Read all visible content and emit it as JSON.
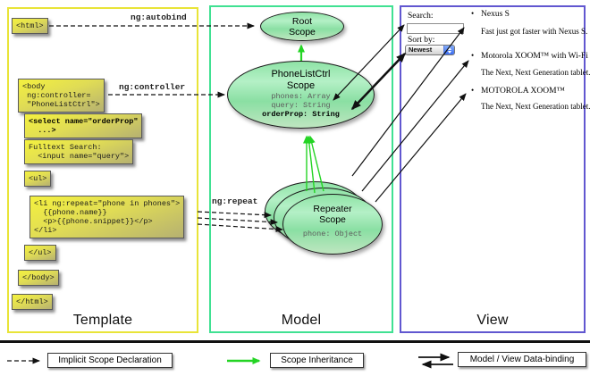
{
  "columns": [
    {
      "label": "Template"
    },
    {
      "label": "Model"
    },
    {
      "label": "View"
    }
  ],
  "template": {
    "boxes": [
      {
        "id": "html-open",
        "code": "<html>"
      },
      {
        "id": "body-open",
        "code": "<body\n ng:controller=\n \"PhoneListCtrl\">"
      },
      {
        "id": "select",
        "code": "<select name=\"orderProp\"\n  ...>"
      },
      {
        "id": "fulltext",
        "code": "Fulltext Search:\n  <input name=\"query\">"
      },
      {
        "id": "ul-open",
        "code": "<ul>"
      },
      {
        "id": "li-repeat",
        "code": "<li ng:repeat=\"phone in phones\">\n  {{phone.name}}\n  <p>{{phone.snippet}}</p>\n</li>"
      },
      {
        "id": "ul-close",
        "code": "</ul>"
      },
      {
        "id": "body-close",
        "code": "</body>"
      },
      {
        "id": "html-close",
        "code": "</html>"
      }
    ]
  },
  "connectors": {
    "autobind": "ng:autobind",
    "controller": "ng:controller",
    "repeat": "ng:repeat"
  },
  "model": {
    "root_scope": {
      "title": "Root\nScope"
    },
    "phonelist_scope": {
      "title": "PhoneListCtrl\nScope",
      "props": [
        "phones: Array",
        "query: String"
      ],
      "bold_prop": "orderProp: String"
    },
    "repeater_scope": {
      "title": "Repeater\nScope",
      "prop": "phone: Object"
    }
  },
  "view": {
    "search_label": "Search:",
    "sort_label": "Sort by:",
    "sort_value": "Newest",
    "bullet_icon": "•",
    "items": [
      {
        "title": "Nexus S",
        "desc": "Fast just got faster with Nexus S."
      },
      {
        "title": "Motorola XOOM™ with Wi-Fi",
        "desc": "The Next, Next Generation tablet."
      },
      {
        "title": "MOTOROLA XOOM™",
        "desc": "The Next, Next Generation tablet."
      }
    ]
  },
  "legend": [
    {
      "label": "Implicit Scope Declaration"
    },
    {
      "label": "Scope Inheritance"
    },
    {
      "label": "Model / View Data-binding"
    }
  ],
  "colors": {
    "template_border": "#e9e438",
    "model_border": "#40e192",
    "view_border": "#6157d0",
    "inheritance_arrow": "#24d424",
    "code_box_top": "#f4f13e",
    "code_box_bottom": "#b6b171",
    "dropdown_accent": "#3a6cf0"
  }
}
